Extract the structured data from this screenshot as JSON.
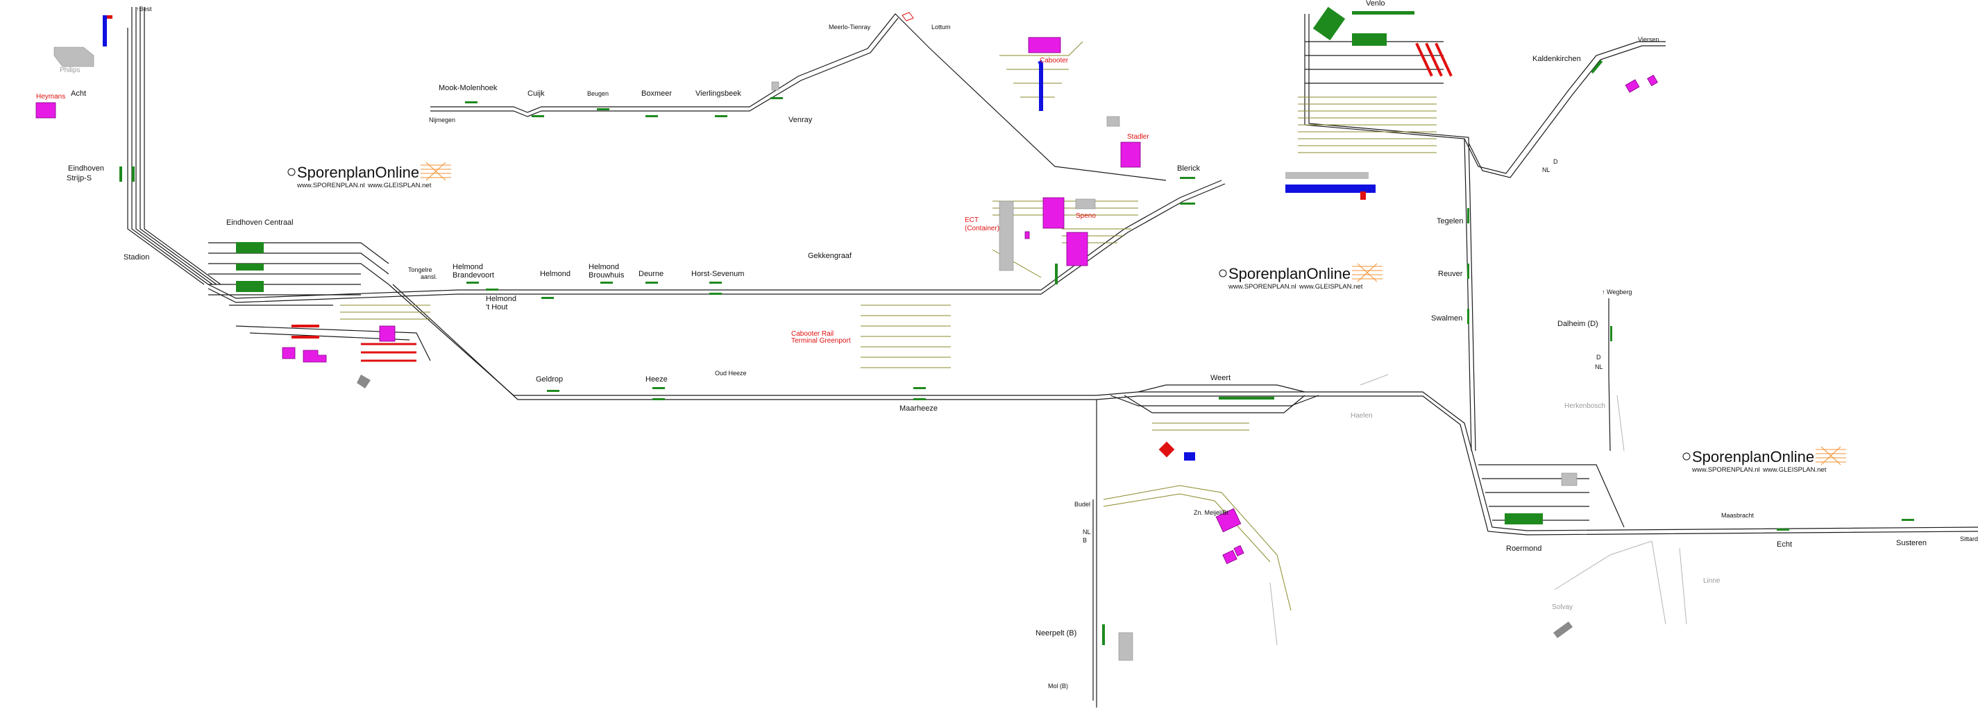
{
  "labels": {
    "best": "↑Best",
    "philips": "Philips",
    "heymans": "Heymans",
    "acht": "Acht",
    "eindhoven_strijp_1": "Eindhoven",
    "eindhoven_strijp_2": "Strijp-S",
    "stadion": "Stadion",
    "eindhoven_centraal": "Eindhoven Centraal",
    "mook": "Mook-Molenhoek",
    "nijmegen": "Nijmegen",
    "cuijk": "Cuijk",
    "beugen": "Beugen",
    "boxmeer": "Boxmeer",
    "vierlingsbeek": "Vierlingsbeek",
    "venray": "Venray",
    "meerlo": "Meerlo-Tienray",
    "lottum": "Lottum",
    "venlo": "Venlo",
    "kaldenkirchen": "Kaldenkirchen",
    "viersen": "Viersen",
    "cabooter": "Cabooter",
    "stadler": "Stadler",
    "blerick": "Blerick",
    "ect_1": "ECT",
    "ect_2": "(Container)",
    "speno": "Speno",
    "tongelre_1": "Tongelre",
    "tongelre_2": "aansl.",
    "helmond_brandevoort_1": "Helmond",
    "helmond_brandevoort_2": "Brandevoort",
    "helmond_t_hout_1": "Helmond",
    "helmond_t_hout_2": "'t Hout",
    "helmond": "Helmond",
    "helmond_brouwhuis_1": "Helmond",
    "helmond_brouwhuis_2": "Brouwhuis",
    "deurne": "Deurne",
    "horst_sevenum": "Horst-Sevenum",
    "grubbenvorst": "Gekkengraaf",
    "cabooter_rail_1": "Cabooter Rail",
    "cabooter_rail_2": "Terminal Greenport",
    "tegelen": "Tegelen",
    "reuver": "Reuver",
    "swalmen": "Swalmen",
    "wegberg": "↑ Wegberg",
    "dalheim": "Dalheim (D)",
    "d_border": "D",
    "nl_border": "NL",
    "d_border2": "D",
    "nl_border2": "NL",
    "geldrop": "Geldrop",
    "heeze": "Heeze",
    "oud_heeze": "Oud Heeze",
    "maarheeze": "Maarheeze",
    "weert": "Weert",
    "haelen": "Haelen",
    "herkenbosch": "Herkenbosch",
    "budel": "Budel",
    "nl_b_1": "NL",
    "nl_b_2": "B",
    "zn_meijel": "Zn. Meijel/Bt",
    "neerpelt": "Neerpelt (B)",
    "mol": "Mol (B)",
    "roermond": "Roermond",
    "maasbracht": "Maasbracht",
    "echt": "Echt",
    "susteren": "Susteren",
    "sittard": "Sittard",
    "solvay": "Solvay",
    "linne": "Linne"
  },
  "logo": {
    "name": "SporenplanOnline",
    "url1": "www.SPORENPLAN.nl",
    "url2": "www.GLEISPLAN.net"
  },
  "colors": {
    "track": "#1a1a1a",
    "siding": "#8a8a2a",
    "inactive": "#b5b5b5",
    "platform": "#1e8a1e",
    "industry": "#e61ce6",
    "highlight": "#e01010",
    "accent_blue": "#1010e0"
  }
}
